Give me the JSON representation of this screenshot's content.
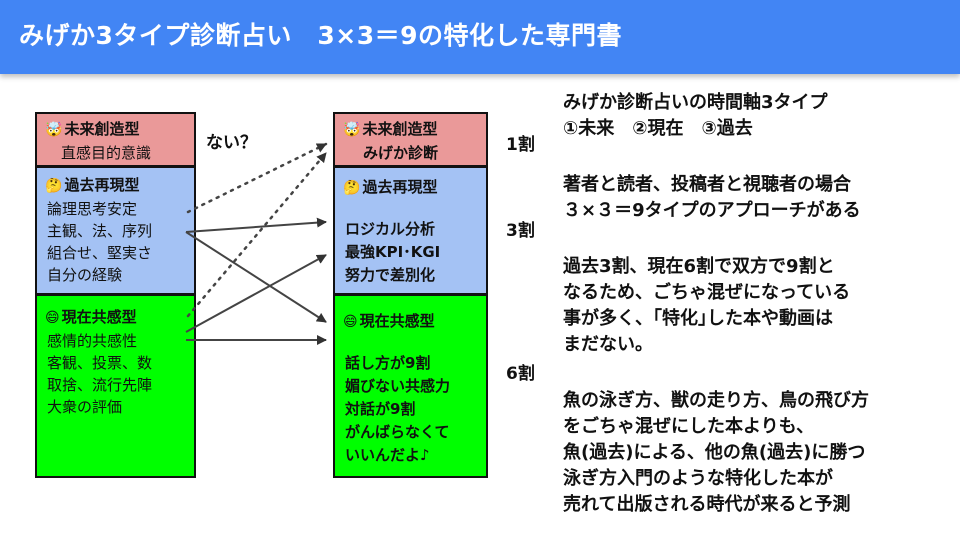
{
  "title": "みげか3タイプ診断占い　3×3＝9の特化した専門書",
  "left": {
    "future": {
      "emoji": "🤯",
      "heading": "未来創造型",
      "lines": [
        "直感目的意識"
      ]
    },
    "past": {
      "emoji": "🤔",
      "heading": "過去再現型",
      "lines": [
        "論理思考安定",
        "主観、法、序列",
        "組合せ、堅実さ",
        "自分の経験"
      ]
    },
    "present": {
      "emoji": "😄",
      "heading": "現在共感型",
      "lines": [
        "感情的共感性",
        "客観、投票、数",
        "取捨、流行先陣",
        "大衆の評価"
      ]
    }
  },
  "question": "ない？",
  "right": {
    "future": {
      "emoji": "🤯",
      "heading": "未来創造型",
      "lines": [
        "みげか診断"
      ]
    },
    "past": {
      "emoji": "🤔",
      "heading": "過去再現型",
      "lines": [
        "ロジカル分析",
        "最強KPI･KGI",
        "努力で差別化"
      ]
    },
    "present": {
      "emoji": "😄",
      "heading": "現在共感型",
      "lines": [
        "話し方が9割",
        "媚びない共感力",
        "対話が9割",
        "がんばらなくて",
        "いいんだよ♪"
      ]
    }
  },
  "ratios": [
    "1割",
    "3割",
    "6割"
  ],
  "notes": [
    [
      "みげか診断占いの時間軸3タイプ",
      "①未来　②現在　③過去"
    ],
    [
      "著者と読者、投稿者と視聴者の場合",
      "３×３＝9タイプのアプローチがある"
    ],
    [
      "過去3割、現在6割で双方で9割と",
      "なるため、ごちゃ混ぜになっている",
      "事が多く、｢特化｣した本や動画は",
      "まだない。"
    ],
    [
      "魚の泳ぎ方、獣の走り方、鳥の飛び方",
      "をごちゃ混ぜにした本よりも、",
      "魚(過去)による、他の魚(過去)に勝つ",
      "泳ぎ方入門のような特化した本が",
      "売れて出版される時代が来ると予測"
    ]
  ],
  "colors": {
    "title_bar": "#4285f4",
    "future": "#ea9999",
    "past": "#a4c2f4",
    "present": "#00ff00"
  }
}
